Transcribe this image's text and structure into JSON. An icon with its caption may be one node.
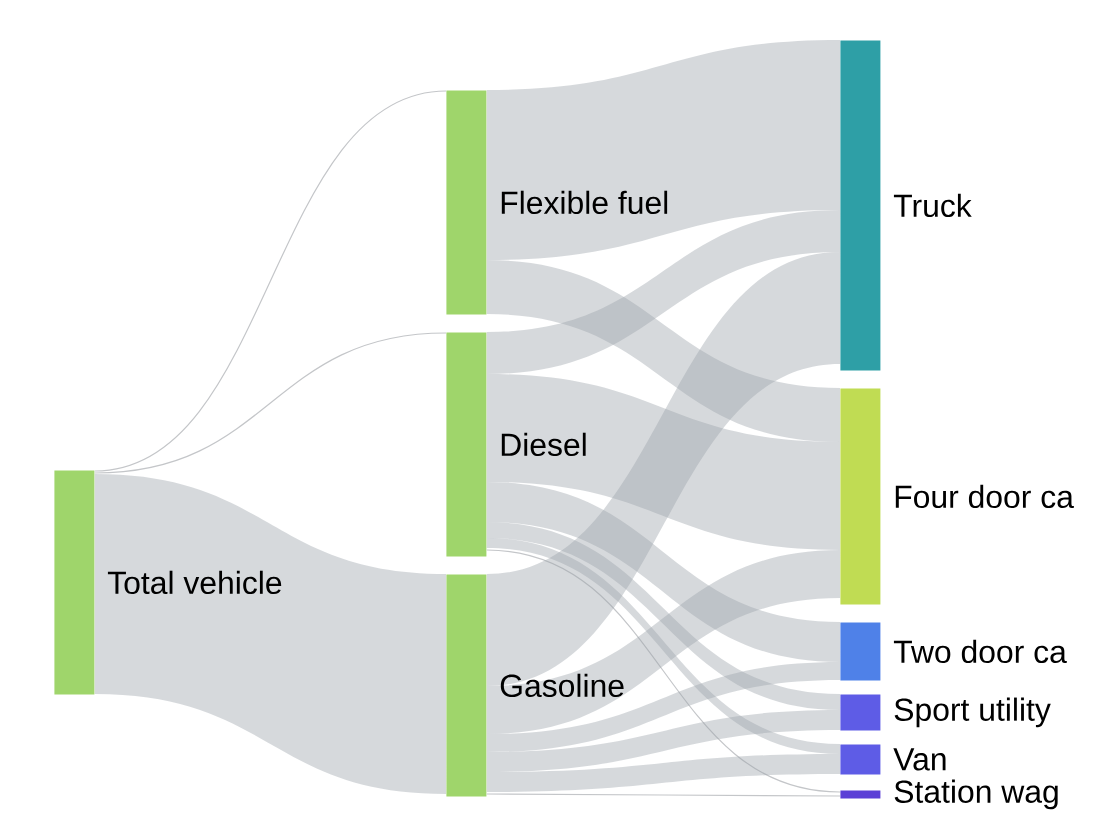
{
  "diagram": {
    "nodes": [
      {
        "text": [
          "Total vehicle"
        ]
      },
      {
        "text": [
          "Flexible fuel"
        ]
      },
      {
        "text": [
          "Diesel"
        ]
      },
      {
        "text": [
          "Gasoline"
        ]
      },
      {
        "text": [
          "Truck"
        ]
      },
      {
        "text": [
          "Four door ca"
        ]
      },
      {
        "text": [
          "Two door ca"
        ]
      },
      {
        "text": [
          "Sport utility"
        ]
      },
      {
        "text": [
          "Van"
        ]
      },
      {
        "text": [
          "Station wag"
        ]
      }
    ],
    "edges": [
      {
        "from": 0,
        "to": 1,
        "arrow": "none"
      },
      {
        "from": 0,
        "to": 2,
        "arrow": "none"
      },
      {
        "from": 0,
        "to": 3,
        "arrow": "none"
      },
      {
        "from": 1,
        "to": 4,
        "arrow": "none"
      },
      {
        "from": 1,
        "to": 5,
        "arrow": "none"
      },
      {
        "from": 2,
        "to": 4,
        "arrow": "none"
      },
      {
        "from": 2,
        "to": 5,
        "arrow": "none"
      },
      {
        "from": 2,
        "to": 6,
        "arrow": "none"
      },
      {
        "from": 2,
        "to": 7,
        "arrow": "none"
      },
      {
        "from": 2,
        "to": 8,
        "arrow": "none"
      },
      {
        "from": 2,
        "to": 9,
        "arrow": "none"
      },
      {
        "from": 3,
        "to": 4,
        "arrow": "none"
      },
      {
        "from": 3,
        "to": 5,
        "arrow": "none"
      },
      {
        "from": 3,
        "to": 6,
        "arrow": "none"
      },
      {
        "from": 3,
        "to": 7,
        "arrow": "none"
      },
      {
        "from": 3,
        "to": 8,
        "arrow": "none"
      },
      {
        "from": 3,
        "to": 9,
        "arrow": "none"
      }
    ]
  }
}
